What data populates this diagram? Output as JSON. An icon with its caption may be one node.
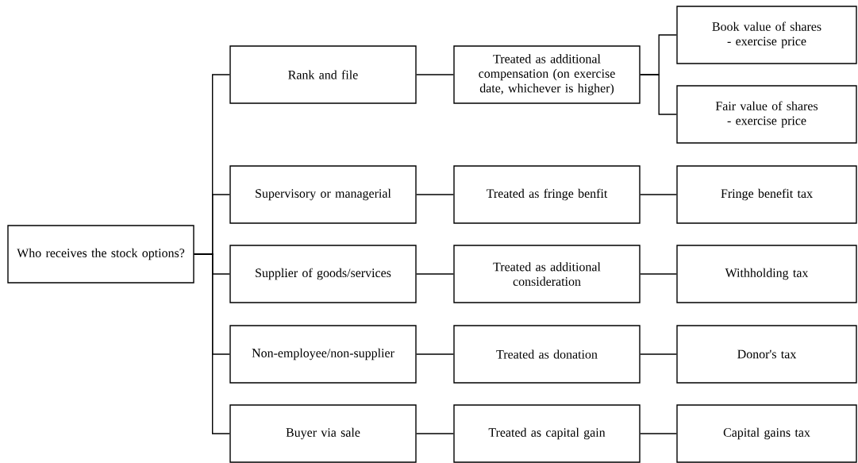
{
  "diagram": {
    "nodes": [
      {
        "text": [
          "Who receives the stock options?"
        ]
      },
      {
        "text": [
          "Rank and file"
        ]
      },
      {
        "text": [
          "Treated as additional compensation (on exercise date, whichever is higher)"
        ]
      },
      {
        "text": [
          "Book value of shares - exercise price"
        ]
      },
      {
        "text": [
          "Fair value of shares - exercise price"
        ]
      },
      {
        "text": [
          "Supervisory or managerial"
        ]
      },
      {
        "text": [
          "Treated as fringe benfit"
        ]
      },
      {
        "text": [
          "Fringe benefit tax"
        ]
      },
      {
        "text": [
          "Supplier of goods/services"
        ]
      },
      {
        "text": [
          "Treated as additional consideration"
        ]
      },
      {
        "text": [
          "Withholding tax"
        ]
      },
      {
        "text": [
          "Non-employee/non-supplier"
        ]
      },
      {
        "text": [
          "Treated as donation"
        ]
      },
      {
        "text": [
          "Donor's tax"
        ]
      },
      {
        "text": [
          "Buyer via sale"
        ]
      },
      {
        "text": [
          "Treated as capital gain"
        ]
      },
      {
        "text": [
          "Capital gains tax"
        ]
      }
    ],
    "edges": [
      {
        "from": 0,
        "to": 1,
        "arrow": "none"
      },
      {
        "from": 0,
        "to": 5,
        "arrow": "none"
      },
      {
        "from": 0,
        "to": 8,
        "arrow": "none"
      },
      {
        "from": 0,
        "to": 11,
        "arrow": "none"
      },
      {
        "from": 0,
        "to": 14,
        "arrow": "none"
      },
      {
        "from": 1,
        "to": 2,
        "arrow": "none"
      },
      {
        "from": 2,
        "to": 3,
        "arrow": "none"
      },
      {
        "from": 2,
        "to": 4,
        "arrow": "none"
      },
      {
        "from": 5,
        "to": 6,
        "arrow": "none"
      },
      {
        "from": 6,
        "to": 7,
        "arrow": "none"
      },
      {
        "from": 8,
        "to": 9,
        "arrow": "none"
      },
      {
        "from": 9,
        "to": 10,
        "arrow": "none"
      },
      {
        "from": 11,
        "to": 12,
        "arrow": "none"
      },
      {
        "from": 12,
        "to": 13,
        "arrow": "none"
      },
      {
        "from": 14,
        "to": 15,
        "arrow": "none"
      },
      {
        "from": 15,
        "to": 16,
        "arrow": "none"
      }
    ]
  }
}
